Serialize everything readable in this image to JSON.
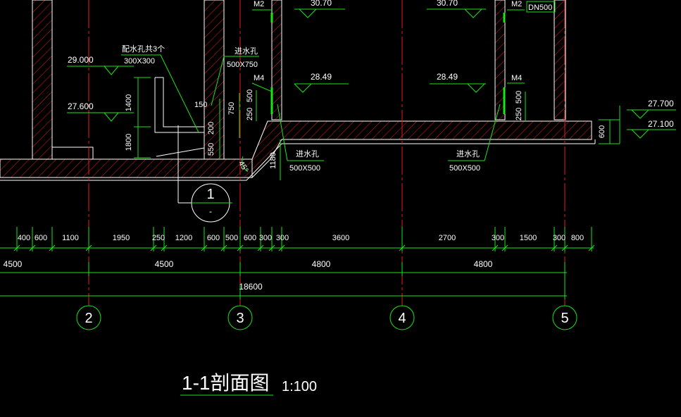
{
  "drawing": {
    "title": "1-1剖面图",
    "scale": "1:100"
  },
  "axes": [
    {
      "id": "2",
      "label": "2"
    },
    {
      "id": "3",
      "label": "3"
    },
    {
      "id": "4",
      "label": "4"
    },
    {
      "id": "5",
      "label": "5"
    }
  ],
  "section_marker": {
    "top": "1",
    "bottom": "-"
  },
  "elevations": {
    "e29000": "29.000",
    "e27600": "27.600",
    "e3070a": "30.70",
    "e3070b": "30.70",
    "e2849a": "28.49",
    "e2849b": "28.49",
    "e27700": "27.700",
    "e27100": "27.100"
  },
  "annotations": {
    "pipe_hole_title": "配水孔共3个",
    "pipe_hole_size": "300X300",
    "inlet_title": "进水孔",
    "inlet_size": "500X750",
    "inlet2_title": "进水孔",
    "inlet2_size": "500X500",
    "inlet3_title": "进水孔",
    "inlet3_size": "500X500",
    "m2_left": "M2",
    "m2_right": "M2",
    "m4_left": "M4",
    "m4_right": "M4",
    "dn500": "DN500",
    "angle": "45°"
  },
  "vertical_dims": {
    "d1400": "1400",
    "d1800": "1800",
    "d150": "150",
    "d200": "200",
    "d550": "550",
    "d750": "750",
    "d500a": "500",
    "d250a": "250",
    "d1180": "1180",
    "d500b": "500",
    "d250b": "250",
    "d600": "600"
  },
  "dim_row1": [
    "400",
    "600",
    "1100",
    "1950",
    "250",
    "1200",
    "600",
    "500",
    "600",
    "300",
    "300",
    "3600",
    "2700",
    "300",
    "1500",
    "300",
    "800"
  ],
  "dim_row2": [
    "4500",
    "4500",
    "4800",
    "4800"
  ],
  "dim_total": "18600"
}
